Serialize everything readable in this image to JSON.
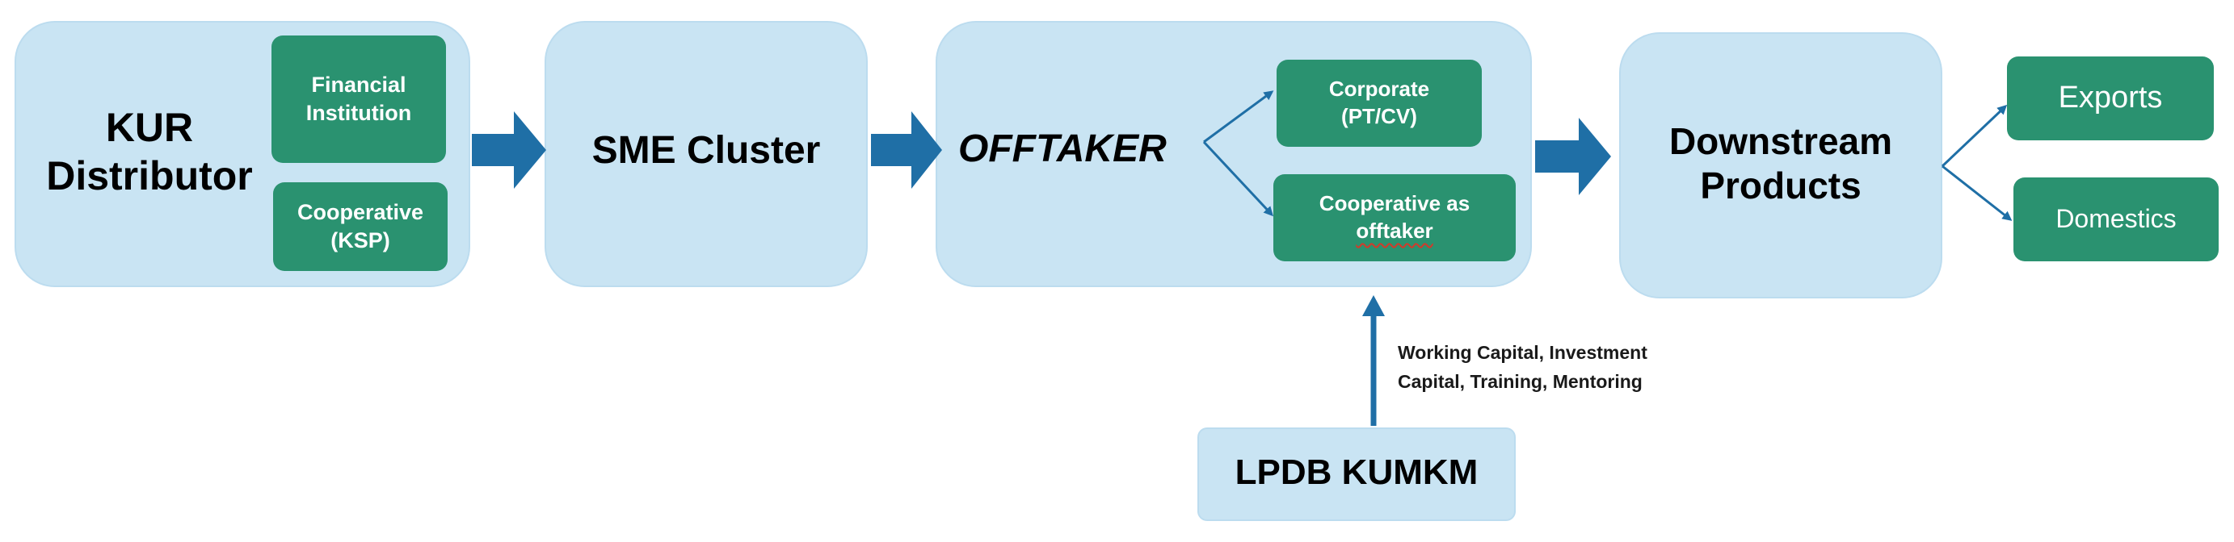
{
  "colors": {
    "box_fill": "#c9e4f3",
    "green_fill": "#2a9270",
    "arrow_blue": "#1f6fa6",
    "text_dark": "#000000"
  },
  "kur": {
    "title": "KUR\nDistributor",
    "financial_institution": "Financial\nInstitution",
    "cooperative_ksp": "Cooperative\n(KSP)"
  },
  "sme": {
    "title": "SME Cluster"
  },
  "offtaker": {
    "title": "OFFTAKER",
    "corporate": "Corporate\n(PT/CV)",
    "cooperative_line1": "Cooperative as",
    "cooperative_line2": "offtaker"
  },
  "downstream": {
    "title": "Downstream\nProducts",
    "exports": "Exports",
    "domestics": "Domestics"
  },
  "lpdb": {
    "title": "LPDB KUMKM",
    "support_note": "Working Capital, Investment\nCapital, Training, Mentoring"
  },
  "icons": {
    "flow_arrows": "block-arrow-right",
    "branch_arrows": "thin-arrow",
    "support_arrow": "arrow-up"
  }
}
